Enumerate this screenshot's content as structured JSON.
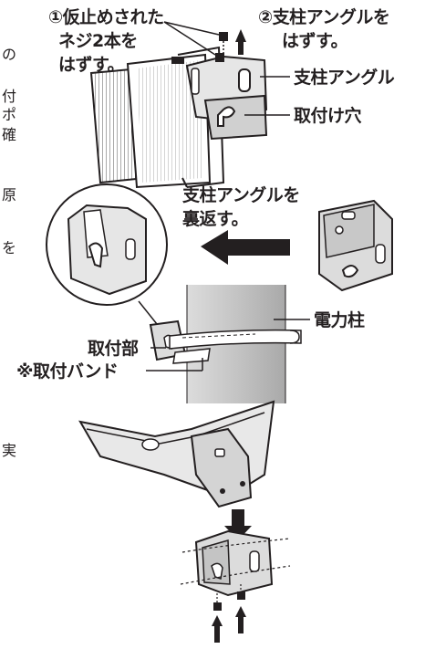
{
  "labels": {
    "step1_line1": "①仮止めされた",
    "step1_line2": "ネジ2本を",
    "step1_line3": "はずす。",
    "step2_line1": "②支柱アングルを",
    "step2_line2": "はずす。",
    "angle_label": "支柱アングル",
    "hole_label": "取付け穴",
    "flip_line1": "支柱アングルを",
    "flip_line2": "裏返す。",
    "pole_label": "電力柱",
    "mount_label": "取付部",
    "band_label": "※取付バンド"
  },
  "side_chars": [
    "の",
    "付",
    "ポ",
    "確",
    "原",
    "を",
    "実"
  ]
}
